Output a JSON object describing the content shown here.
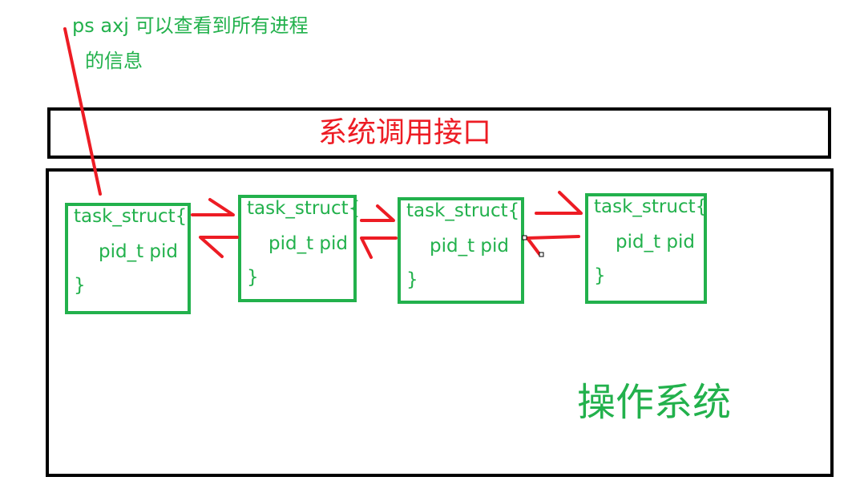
{
  "annotation": {
    "line1": "ps axj 可以查看到所有进程",
    "line2": "的信息"
  },
  "syscall_interface": {
    "label": "系统调用接口"
  },
  "operating_system": {
    "label": "操作系统"
  },
  "tasks": [
    {
      "open": "task_struct{",
      "field": "pid_t pid",
      "close": "}"
    },
    {
      "open": "task_struct{",
      "field": "pid_t pid",
      "close": "}"
    },
    {
      "open": "task_struct{",
      "field": "pid_t pid",
      "close": "}"
    },
    {
      "open": "task_struct{",
      "field": "pid_t pid",
      "close": "}"
    }
  ],
  "colors": {
    "annotation": "#22b14c",
    "arrow": "#ed1c24",
    "box_border": "#000000",
    "task_border": "#22b14c"
  }
}
